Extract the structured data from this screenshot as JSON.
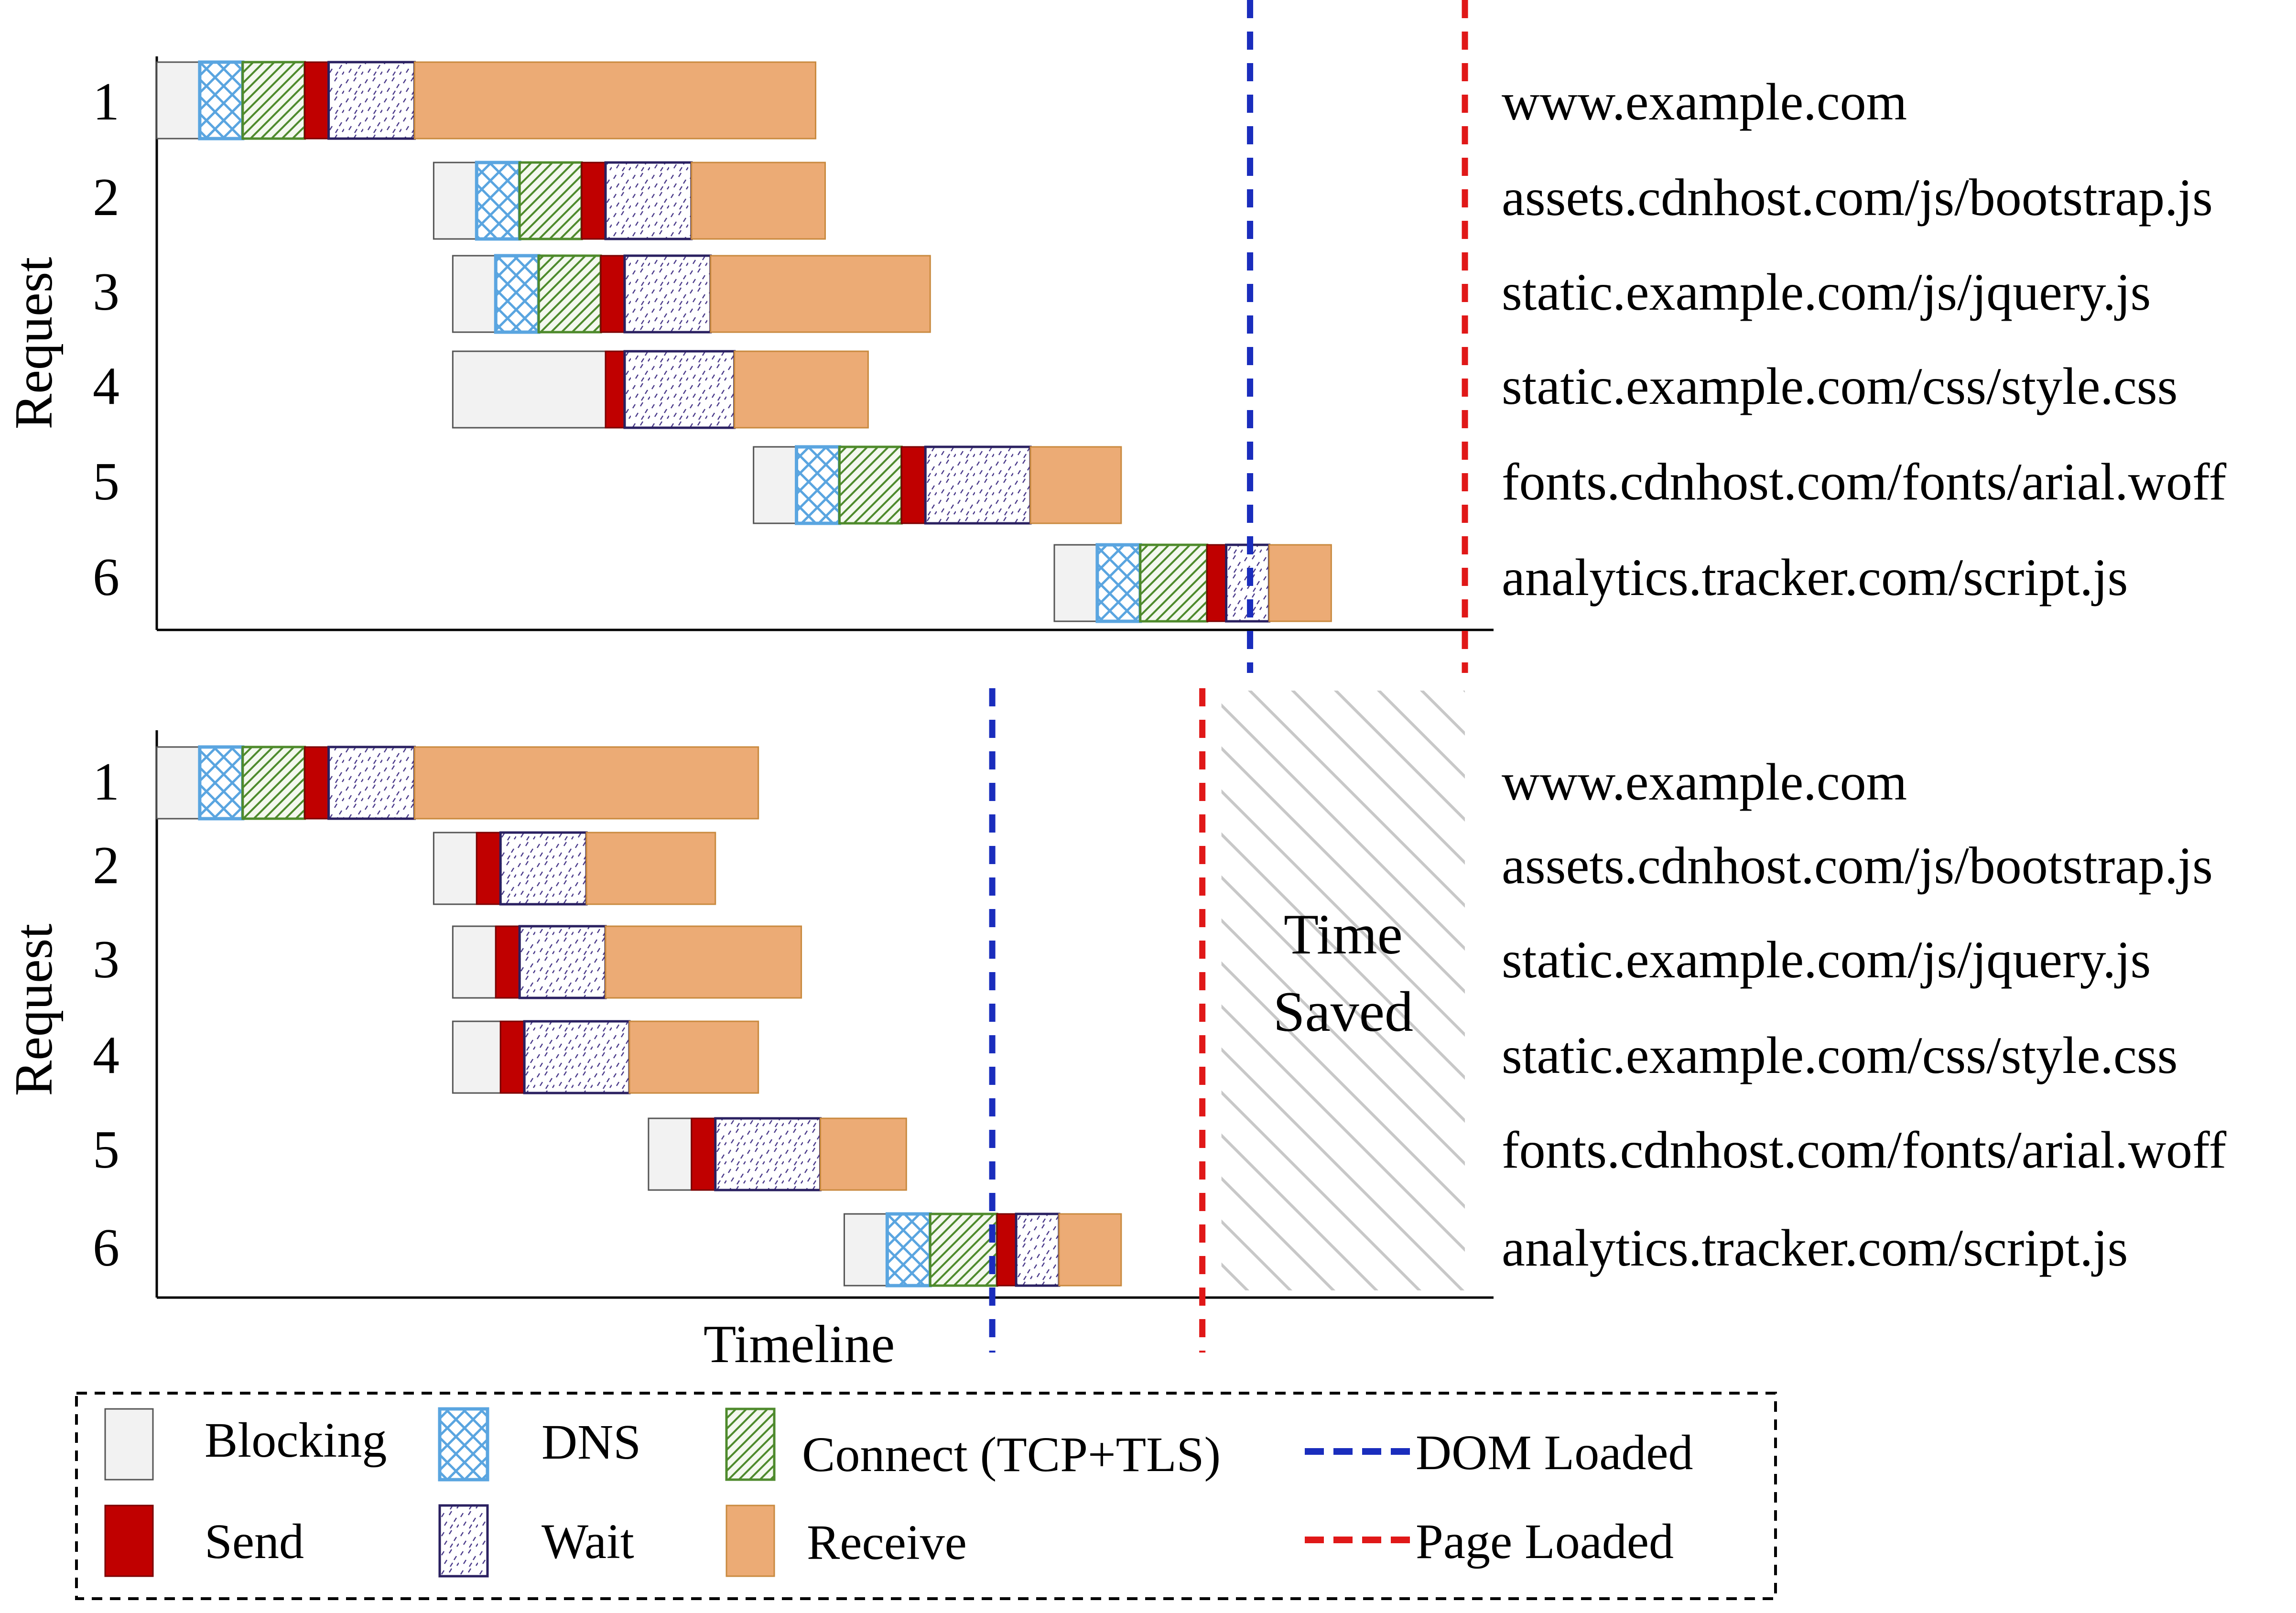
{
  "chart_data": {
    "type": "waterfall",
    "time_unit": "arbitrary",
    "legend": {
      "items": [
        {
          "key": "blocking",
          "label": "Blocking",
          "color": "#f2f2f2",
          "pattern": "none"
        },
        {
          "key": "dns",
          "label": "DNS",
          "color": "#5aa5e0",
          "pattern": "crosshatch"
        },
        {
          "key": "connect",
          "label": "Connect (TCP+TLS)",
          "color": "#4e8a2c",
          "pattern": "diagonal-scribble"
        },
        {
          "key": "send",
          "label": "Send",
          "color": "#c00000",
          "pattern": "none"
        },
        {
          "key": "wait",
          "label": "Wait",
          "color": "#2a2060",
          "pattern": "dashes"
        },
        {
          "key": "receive",
          "label": "Receive",
          "color": "#ecab75",
          "pattern": "none"
        }
      ],
      "markers": [
        {
          "key": "dom",
          "label": "DOM Loaded",
          "color": "#1a2dbd"
        },
        {
          "key": "page",
          "label": "Page Loaded",
          "color": "#e01818"
        }
      ]
    },
    "charts": [
      {
        "ylabel": "Request",
        "xlabel": "",
        "xlim": [
          0,
          280
        ],
        "dom_loaded": 229,
        "page_loaded": 274,
        "requests": [
          {
            "n": "1",
            "url": "www.example.com",
            "segments": [
              [
                "blocking",
                0,
                9
              ],
              [
                "dns",
                9,
                18
              ],
              [
                "connect",
                18,
                31
              ],
              [
                "send",
                31,
                36
              ],
              [
                "wait",
                36,
                54
              ],
              [
                "receive",
                54,
                138
              ]
            ]
          },
          {
            "n": "2",
            "url": "assets.cdnhost.com/js/bootstrap.js",
            "segments": [
              [
                "blocking",
                58,
                67
              ],
              [
                "dns",
                67,
                76
              ],
              [
                "connect",
                76,
                89
              ],
              [
                "send",
                89,
                94
              ],
              [
                "wait",
                94,
                112
              ],
              [
                "receive",
                112,
                140
              ]
            ]
          },
          {
            "n": "3",
            "url": "static.example.com/js/jquery.js",
            "segments": [
              [
                "blocking",
                62,
                71
              ],
              [
                "dns",
                71,
                80
              ],
              [
                "connect",
                80,
                93
              ],
              [
                "send",
                93,
                98
              ],
              [
                "wait",
                98,
                116
              ],
              [
                "receive",
                116,
                162
              ]
            ]
          },
          {
            "n": "4",
            "url": "static.example.com/css/style.css",
            "segments": [
              [
                "blocking",
                62,
                94
              ],
              [
                "send",
                94,
                98
              ],
              [
                "wait",
                98,
                121
              ],
              [
                "receive",
                121,
                149
              ]
            ]
          },
          {
            "n": "5",
            "url": "fonts.cdnhost.com/fonts/arial.woff",
            "segments": [
              [
                "blocking",
                125,
                134
              ],
              [
                "dns",
                134,
                143
              ],
              [
                "connect",
                143,
                156
              ],
              [
                "send",
                156,
                161
              ],
              [
                "wait",
                161,
                183
              ],
              [
                "receive",
                183,
                202
              ]
            ]
          },
          {
            "n": "6",
            "url": "analytics.tracker.com/script.js",
            "segments": [
              [
                "blocking",
                188,
                197
              ],
              [
                "dns",
                197,
                206
              ],
              [
                "connect",
                206,
                220
              ],
              [
                "send",
                220,
                224
              ],
              [
                "wait",
                224,
                233
              ],
              [
                "receive",
                233,
                246
              ]
            ]
          }
        ]
      },
      {
        "ylabel": "Request",
        "xlabel": "Timeline",
        "xlim": [
          0,
          280
        ],
        "dom_loaded": 175,
        "page_loaded": 219,
        "time_saved_label": "Time Saved",
        "requests": [
          {
            "n": "1",
            "url": "www.example.com",
            "segments": [
              [
                "blocking",
                0,
                9
              ],
              [
                "dns",
                9,
                18
              ],
              [
                "connect",
                18,
                31
              ],
              [
                "send",
                31,
                36
              ],
              [
                "wait",
                36,
                54
              ],
              [
                "receive",
                54,
                126
              ]
            ]
          },
          {
            "n": "2",
            "url": "assets.cdnhost.com/js/bootstrap.js",
            "segments": [
              [
                "blocking",
                58,
                67
              ],
              [
                "send",
                67,
                72
              ],
              [
                "wait",
                72,
                90
              ],
              [
                "receive",
                90,
                117
              ]
            ]
          },
          {
            "n": "3",
            "url": "static.example.com/js/jquery.js",
            "segments": [
              [
                "blocking",
                62,
                71
              ],
              [
                "send",
                71,
                76
              ],
              [
                "wait",
                76,
                94
              ],
              [
                "receive",
                94,
                135
              ]
            ]
          },
          {
            "n": "4",
            "url": "static.example.com/css/style.css",
            "segments": [
              [
                "blocking",
                62,
                72
              ],
              [
                "send",
                72,
                77
              ],
              [
                "wait",
                77,
                99
              ],
              [
                "receive",
                99,
                126
              ]
            ]
          },
          {
            "n": "5",
            "url": "fonts.cdnhost.com/fonts/arial.woff",
            "segments": [
              [
                "blocking",
                103,
                112
              ],
              [
                "send",
                112,
                117
              ],
              [
                "wait",
                117,
                139
              ],
              [
                "receive",
                139,
                157
              ]
            ]
          },
          {
            "n": "6",
            "url": "analytics.tracker.com/script.js",
            "segments": [
              [
                "blocking",
                144,
                153
              ],
              [
                "dns",
                153,
                162
              ],
              [
                "connect",
                162,
                176
              ],
              [
                "send",
                176,
                180
              ],
              [
                "wait",
                180,
                189
              ],
              [
                "receive",
                189,
                202
              ]
            ]
          }
        ]
      }
    ]
  }
}
